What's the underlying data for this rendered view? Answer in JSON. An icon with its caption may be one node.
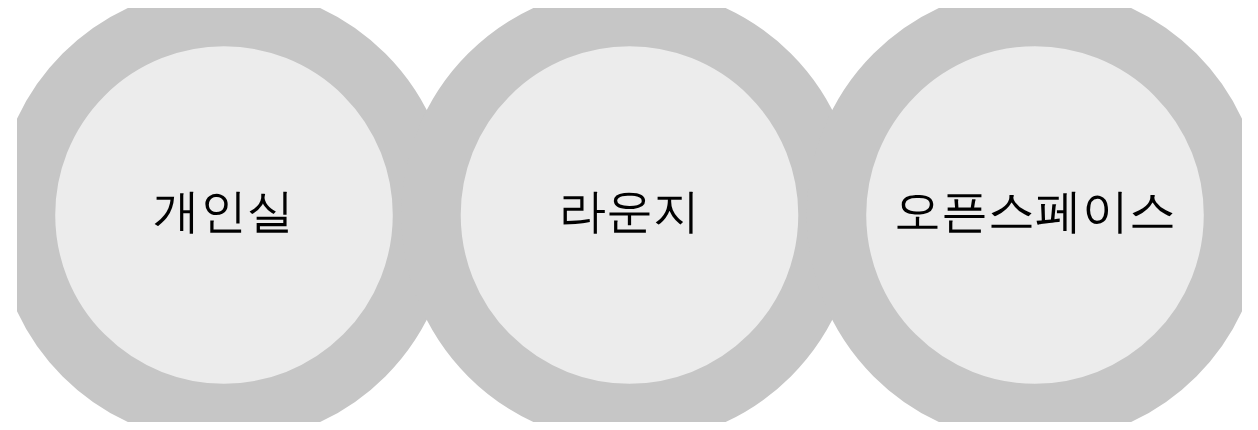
{
  "diagram": {
    "nodes": [
      {
        "text": [
          "개인실"
        ]
      },
      {
        "text": [
          "라운지"
        ]
      },
      {
        "text": [
          "오픈스페이스"
        ]
      }
    ]
  }
}
